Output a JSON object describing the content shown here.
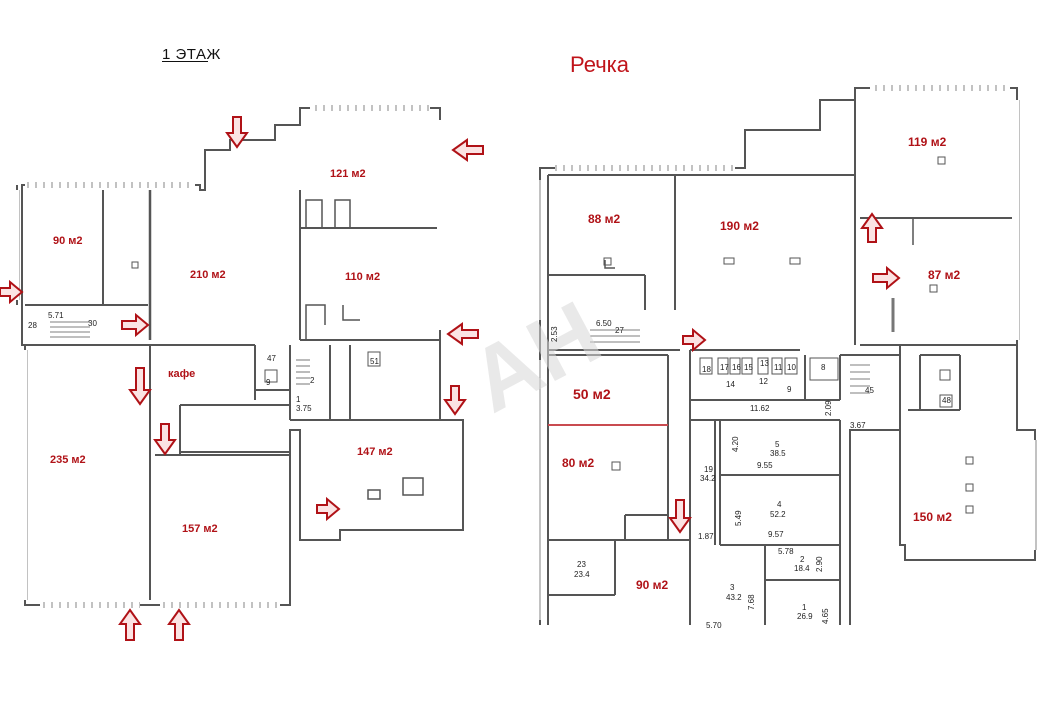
{
  "header": {
    "floor_label": "1 ЭТАЖ",
    "title": "Речка"
  },
  "watermark": "АН",
  "colors": {
    "label": "#b01217",
    "arrow": "#b01217",
    "walls": "#555555",
    "title": "#c0141a"
  },
  "left_plan": {
    "rooms": [
      "90 м2",
      "210 м2",
      "121 м2",
      "110 м2",
      "кафе",
      "235 м2",
      "157 м2",
      "147 м2"
    ],
    "numbers": [
      "5.71",
      "28",
      "30",
      "47",
      "9",
      "1",
      "2",
      "3.75",
      "51"
    ]
  },
  "right_plan": {
    "rooms": [
      "88 м2",
      "190 м2",
      "119 м2",
      "87 м2",
      "50 м2",
      "80 м2",
      "90 м2",
      "150 м2"
    ],
    "numbers": [
      "2.53",
      "6.50",
      "27",
      "18",
      "17",
      "16",
      "15",
      "13",
      "11",
      "10",
      "14",
      "12",
      "9",
      "8",
      "45",
      "48",
      "11.62",
      "2.09",
      "3.67",
      "4.20",
      "5",
      "38.5",
      "9.55",
      "19",
      "34.2",
      "4",
      "52.2",
      "5.49",
      "9.57",
      "1.87",
      "5.78",
      "2",
      "18.4",
      "2.90",
      "23",
      "23.4",
      "3",
      "43.2",
      "7.68",
      "1",
      "26.9",
      "4.65",
      "5.70"
    ]
  }
}
